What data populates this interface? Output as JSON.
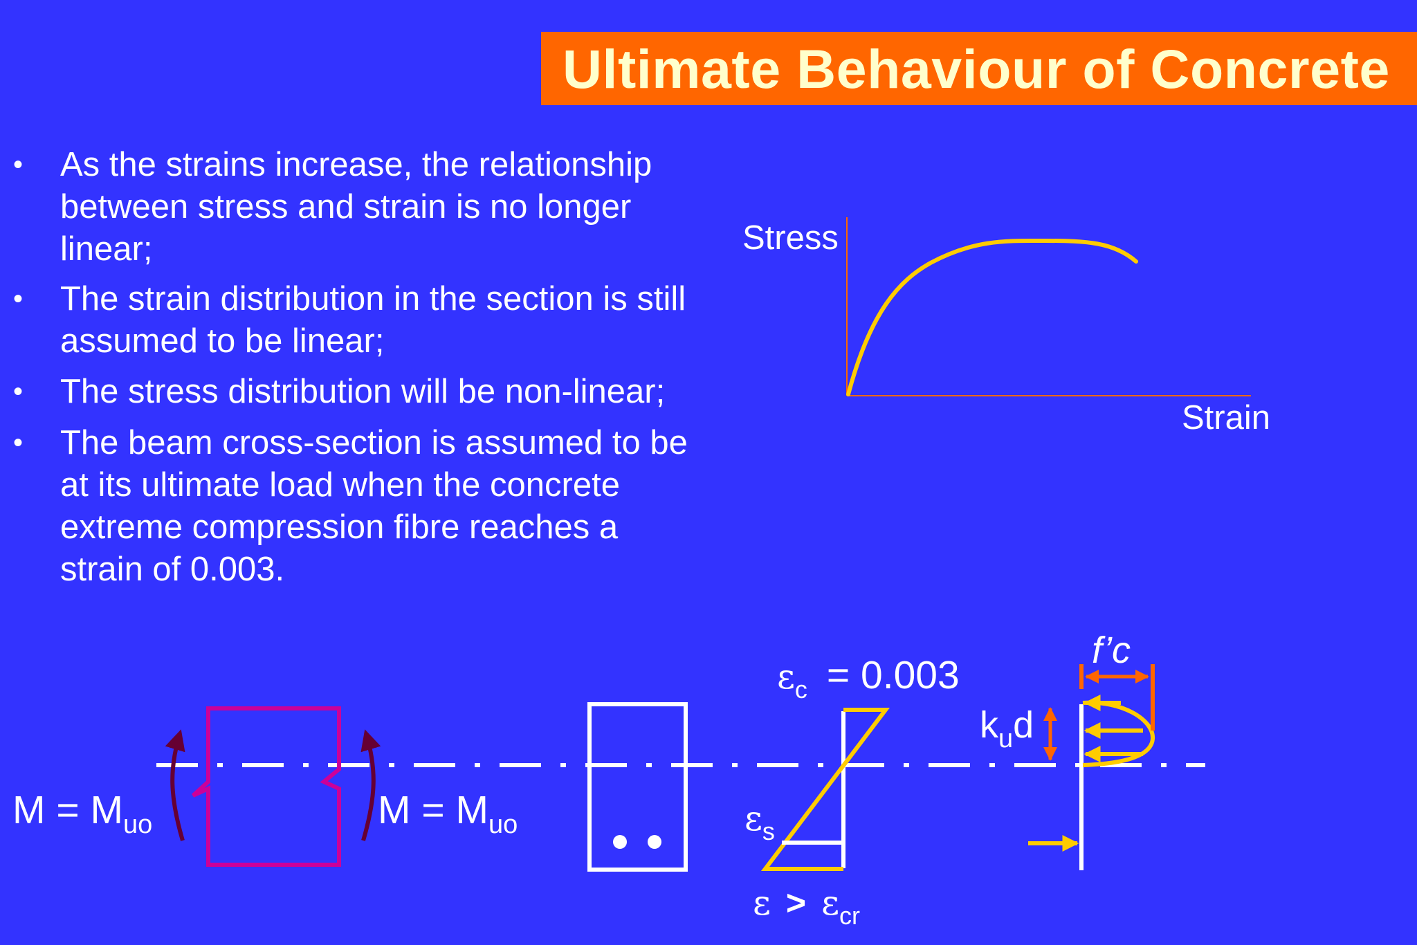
{
  "title": "Ultimate Behaviour of Concrete",
  "bullets": [
    {
      "marker": "•",
      "lines": [
        "As the strains increase, the relationship",
        "between stress and strain is no longer",
        "linear;"
      ]
    },
    {
      "marker": "•",
      "lines": [
        "The strain distribution in the section is still",
        "assumed to be linear;"
      ]
    },
    {
      "marker": "•",
      "lines": [
        "The stress distribution will be non-linear;"
      ]
    },
    {
      "marker": "•",
      "lines": [
        "The beam cross-section is assumed to be",
        "at its ultimate load when the concrete",
        "extreme compression fibre reaches a",
        "strain of 0.003."
      ]
    }
  ],
  "stress_strain_plot": {
    "y_label": "Stress",
    "x_label": "Strain"
  },
  "beam": {
    "moment_left": {
      "prefix": "M = M",
      "subscript": "uo"
    },
    "moment_right": {
      "prefix": "M = M",
      "subscript": "uo"
    }
  },
  "strain_diagram": {
    "top_label": {
      "symbol": "ε",
      "subscript": "c",
      "value_text": "= 0.003"
    },
    "steel_label": {
      "symbol": "ε",
      "subscript": "s"
    },
    "condition": {
      "symbol": "ε",
      "operator": ">",
      "rhs_symbol": "ε",
      "rhs_subscript": "cr"
    }
  },
  "stress_diagram": {
    "peak_label": "f’c",
    "depth_label": {
      "base": "k",
      "subscript": "u",
      "suffix": "d"
    }
  },
  "colors": {
    "background": "#3333ff",
    "title_bar": "#ff6600",
    "title_text": "#ffffcc",
    "curve": "#ffcc00",
    "dimension": "#ff6600",
    "beam_outline": "#cc0099",
    "moment_arrow": "#660033",
    "text": "#ffffff"
  }
}
